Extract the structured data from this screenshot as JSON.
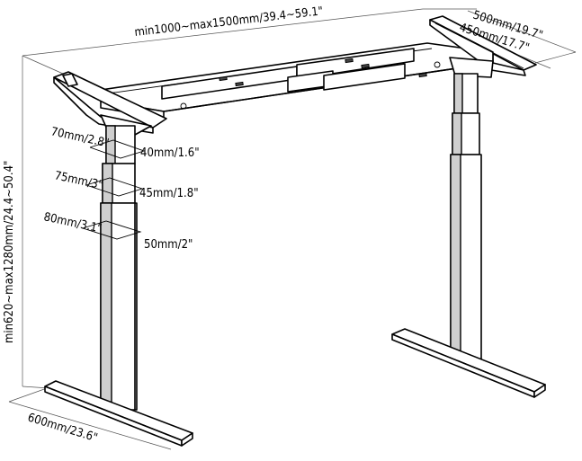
{
  "dimensions": {
    "width_range": "min1000~max1500mm/39.4~59.1\"",
    "frame_depth": "500mm/19.7\"",
    "top_depth": "450mm/17.7\"",
    "height_range": "min620~max1280mm/24.4~50.4\"",
    "foot_length": "600mm/23.6\""
  },
  "column_sections": [
    {
      "outer": "70mm/2.8\"",
      "inner": "40mm/1.6\""
    },
    {
      "outer": "75mm/3\"",
      "inner": "45mm/1.8\""
    },
    {
      "outer": "80mm/3.1\"",
      "inner": "50mm/2\""
    }
  ]
}
